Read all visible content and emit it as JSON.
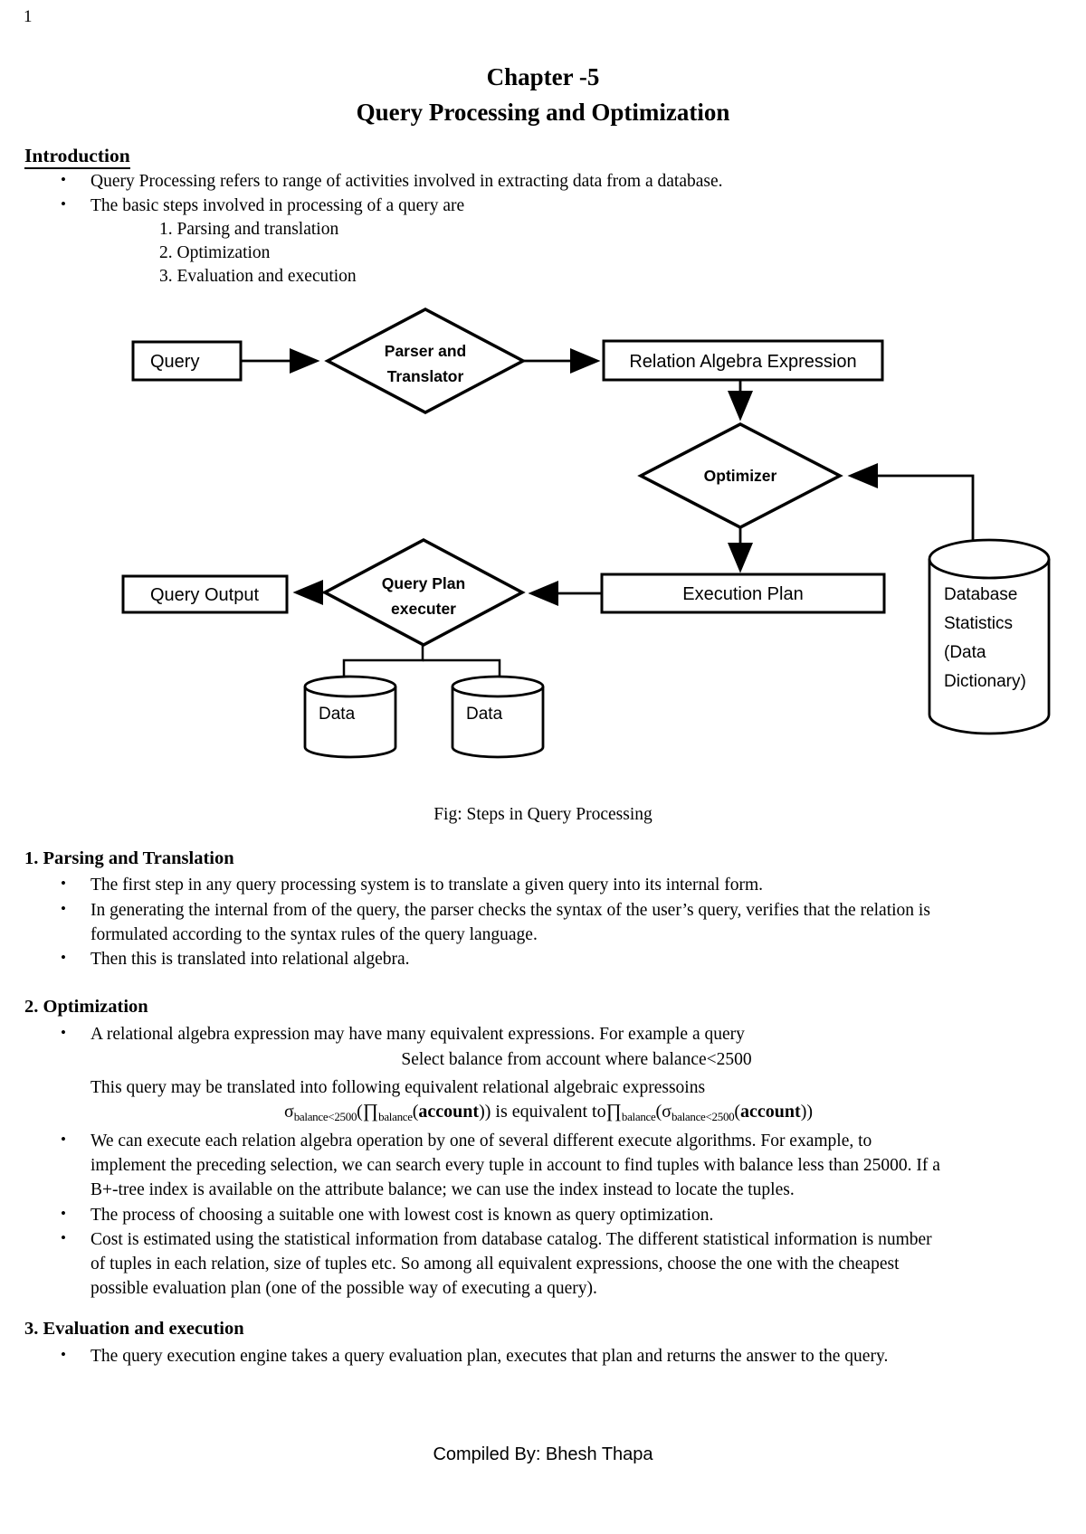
{
  "page": {
    "number": "1",
    "footer": "Compiled By: Bhesh Thapa"
  },
  "title": {
    "line1": "Chapter -5",
    "line2": "Query Processing and Optimization"
  },
  "intro": {
    "heading": "Introduction",
    "bullet1": "Query Processing refers to range of activities involved in extracting data from a database.",
    "bullet2": "The basic steps involved in processing of a query are",
    "step1": "1. Parsing and translation",
    "step2": "2. Optimization",
    "step3": "3. Evaluation and execution"
  },
  "diagram": {
    "caption": "Fig: Steps in Query Processing",
    "nodes": {
      "query": {
        "label": "Query"
      },
      "parser": {
        "line1": "Parser and",
        "line2": "Translator"
      },
      "rae": {
        "label": "Relation Algebra Expression"
      },
      "optimizer": {
        "label": "Optimizer"
      },
      "execution_plan": {
        "label": "Execution Plan"
      },
      "qpe": {
        "line1": "Query Plan",
        "line2": "executer"
      },
      "query_output": {
        "label": "Query Output"
      },
      "data1": {
        "label": "Data"
      },
      "data2": {
        "label": "Data"
      },
      "db_stats": {
        "line1": "Database",
        "line2": "Statistics",
        "line3": "(Data",
        "line4": "Dictionary)"
      }
    }
  },
  "section1": {
    "heading": "1. Parsing and Translation",
    "b1": "The first step in any query processing system is to translate a given query into its internal form.",
    "b2_l1": "In generating the internal from of the query, the parser checks the syntax of the user’s query, verifies that the relation is",
    "b2_l2": "formulated according to the syntax rules of the query language.",
    "b3": "Then this is translated into relational algebra."
  },
  "section2": {
    "heading": "2. Optimization",
    "b1": "A relational algebra expression may have many equivalent expressions. For example a query",
    "center_line": "Select balance from account where balance<2500",
    "plain_line": "This query may be translated into following equivalent relational algebraic expressoins",
    "formula_parts": [
      {
        "t": "σ"
      },
      {
        "t": "balance<2500"
      },
      {
        "t": "("
      },
      {
        "t": "∏"
      },
      {
        "t": "balance"
      },
      {
        "t": "("
      },
      {
        "t": "account"
      },
      {
        "t": ")) is equivalent to"
      },
      {
        "t": "∏"
      },
      {
        "t": "balance"
      },
      {
        "t": "("
      },
      {
        "t": "σ"
      },
      {
        "t": "balance<2500"
      },
      {
        "t": "("
      },
      {
        "t": "account"
      },
      {
        "t": "))"
      }
    ],
    "b2_l1": "We can execute each relation algebra operation by one of several different execute algorithms. For example, to",
    "b2_l2": "implement the preceding selection, we can search every tuple in account to find tuples with balance less than 25000. If a",
    "b2_l3": "B+-tree index is available on the attribute balance; we can use the index instead to locate the tuples.",
    "b3": "The process of choosing a suitable one with lowest cost is known as query optimization.",
    "b4_l1": "Cost is estimated using the statistical information from database catalog. The different statistical information is number",
    "b4_l2": "of tuples in each relation, size of tuples etc. So among all equivalent expressions, choose the one with the cheapest",
    "b4_l3": "possible evaluation plan (one of the possible way of executing a query)."
  },
  "section3": {
    "heading": "3. Evaluation and execution",
    "b1": "The query execution engine takes a query evaluation plan, executes that plan and returns the answer to the query."
  },
  "colors": {
    "ink": "#000000",
    "background": "#ffffff"
  }
}
